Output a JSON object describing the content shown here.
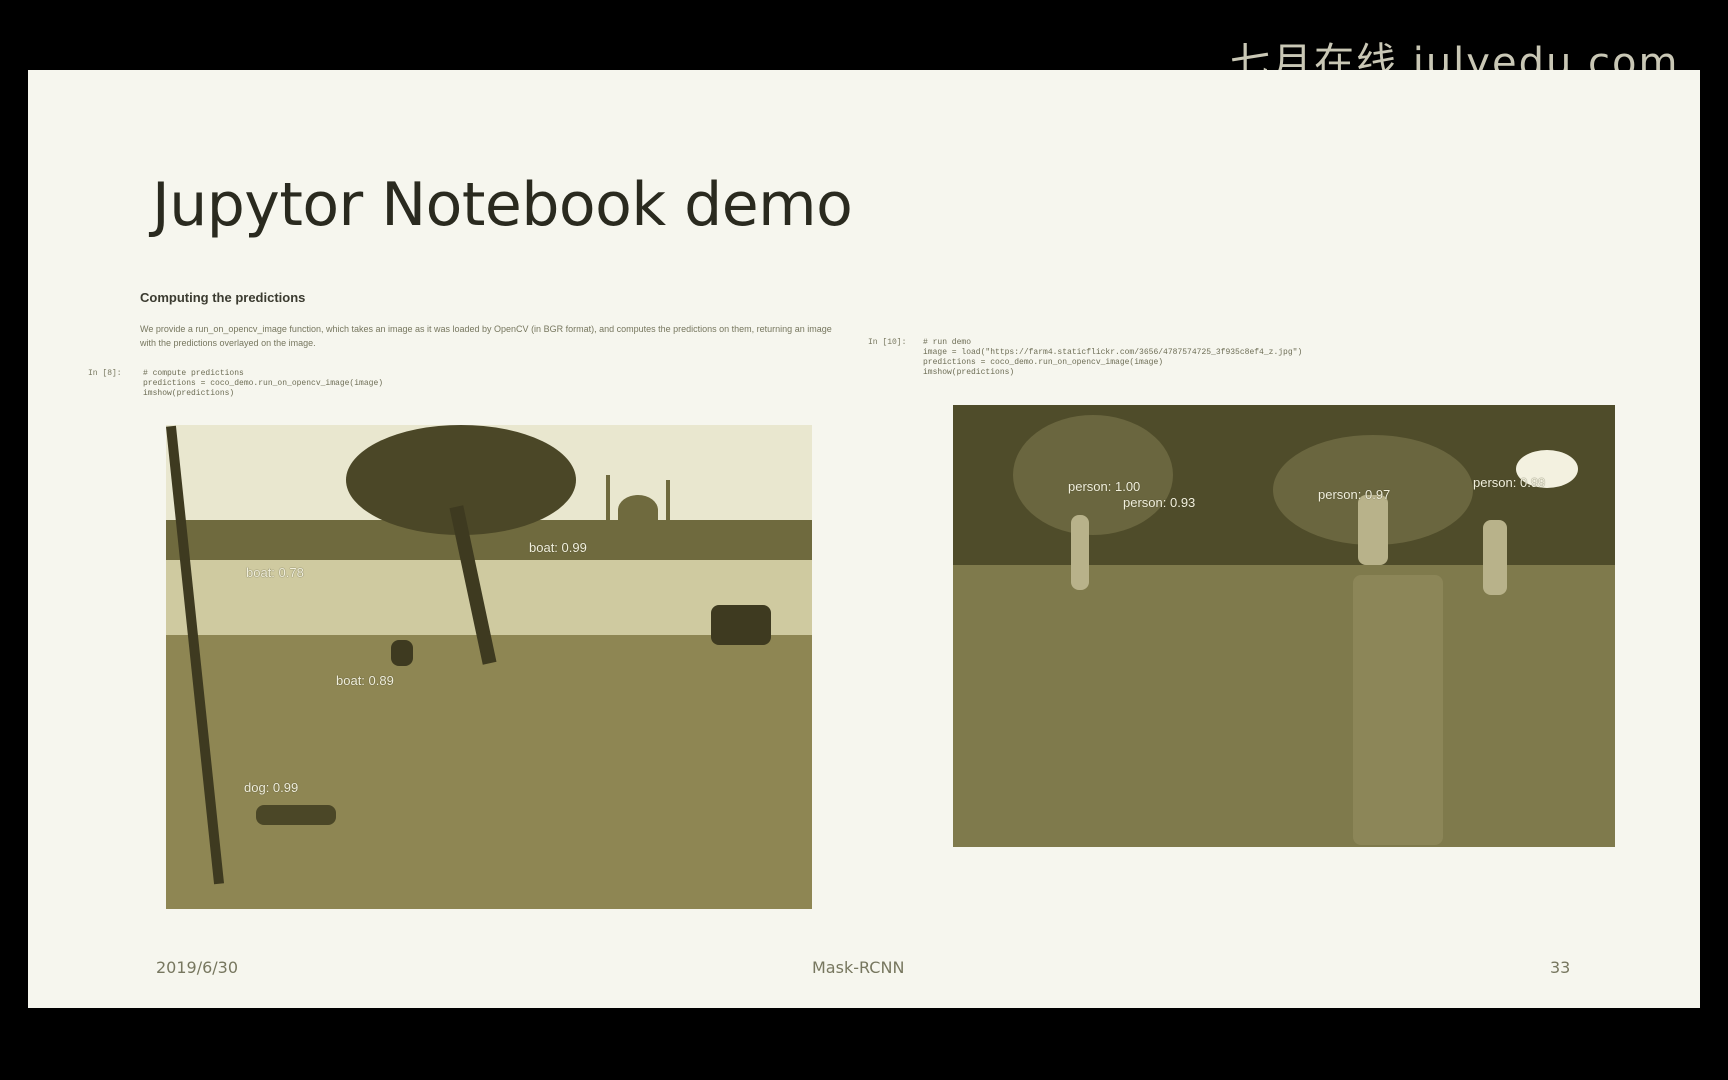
{
  "watermark": "七月在线 julyedu.com",
  "slide": {
    "title": "Jupytor Notebook demo",
    "notebook_heading": "Computing the predictions",
    "notebook_paragraph": "We provide a run_on_opencv_image function, which takes an image as it was loaded by OpenCV (in BGR format), and computes the predictions on them, returning an image with the predictions overlayed on the image.",
    "cell_left": {
      "prompt": "In [8]:",
      "code": "# compute predictions\npredictions = coco_demo.run_on_opencv_image(image)\nimshow(predictions)"
    },
    "cell_right": {
      "prompt": "In [10]:",
      "code": "# run demo\nimage = load(\"https://farm4.staticflickr.com/3656/4787574725_3f935c8ef4_z.jpg\")\npredictions = coco_demo.run_on_opencv_image(image)\nimshow(predictions)"
    },
    "left_image": {
      "detections": [
        {
          "label": "boat: 0.99"
        },
        {
          "label": "boat: 0.78"
        },
        {
          "label": "boat: 0.89"
        },
        {
          "label": "dog: 0.99"
        }
      ]
    },
    "right_image": {
      "detections": [
        {
          "label": "person: 1.00"
        },
        {
          "label": "person: 0.93"
        },
        {
          "label": "person: 0.97"
        },
        {
          "label": "person: 0.99"
        }
      ]
    },
    "footer": {
      "date": "2019/6/30",
      "center": "Mask-RCNN",
      "page": "33"
    }
  }
}
